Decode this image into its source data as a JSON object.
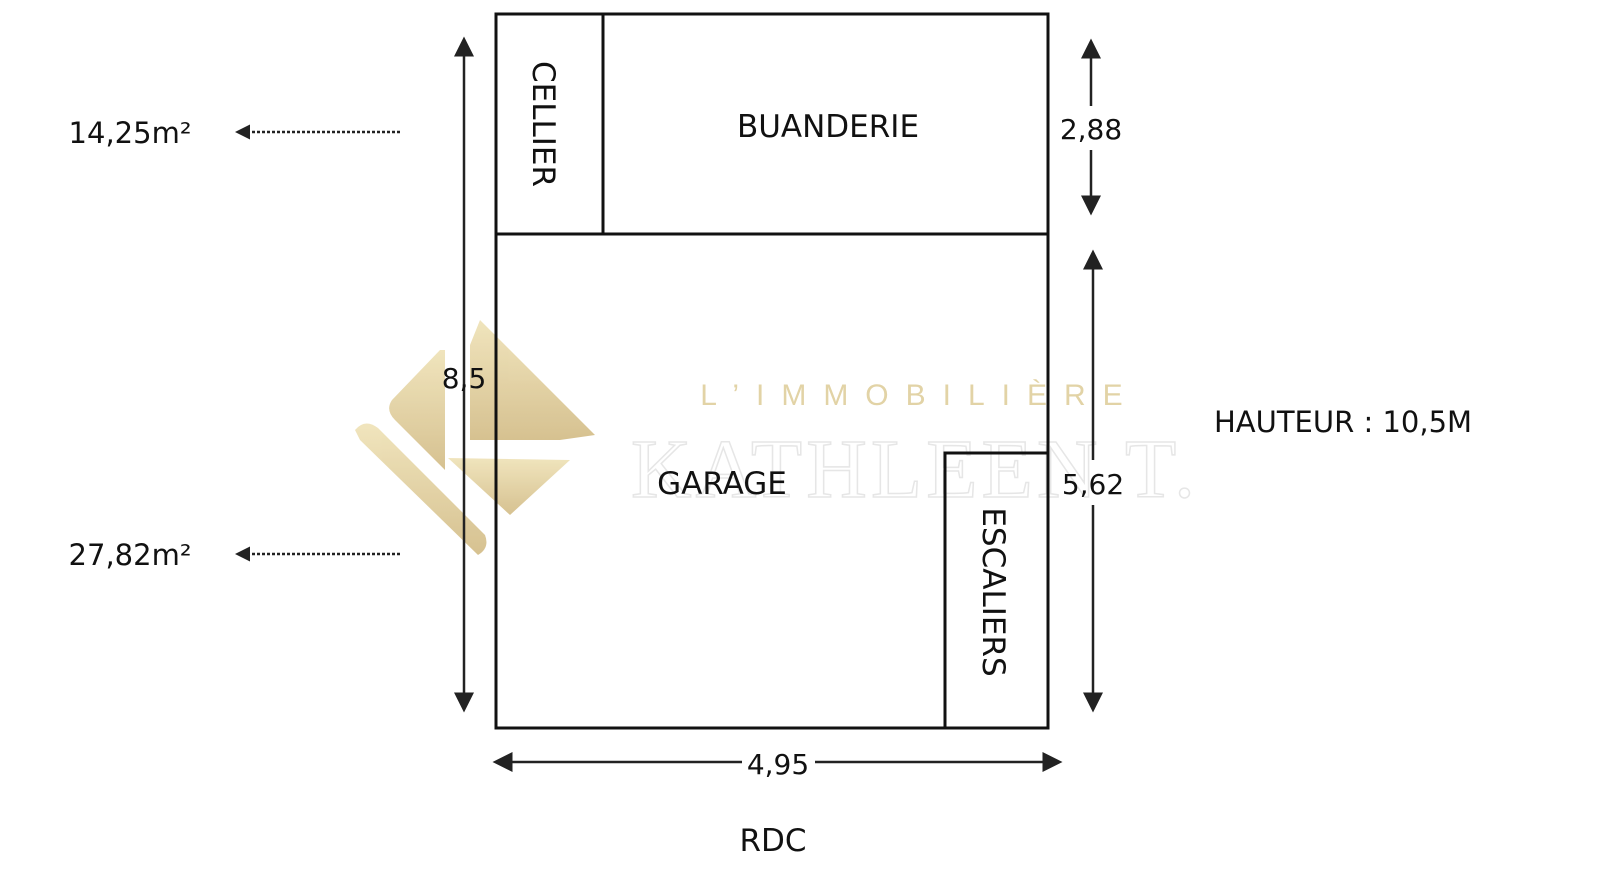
{
  "plan": {
    "rooms": {
      "cellier": "CELLIER",
      "buanderie": "BUANDERIE",
      "garage": "GARAGE",
      "escaliers": "ESCALIERS"
    },
    "dimensions": {
      "total_length": "8,5",
      "upper_height": "2,88",
      "lower_height": "5,62",
      "width": "4,95"
    },
    "areas": {
      "upper": "14,25m²",
      "lower": "27,82m²"
    },
    "hauteur": "HAUTEUR : 10,5M",
    "level": "RDC"
  },
  "watermark": {
    "line1": "L’IMMOBILIÈRE",
    "line2": "KATHLEEN T.",
    "color": "#d8c490"
  }
}
